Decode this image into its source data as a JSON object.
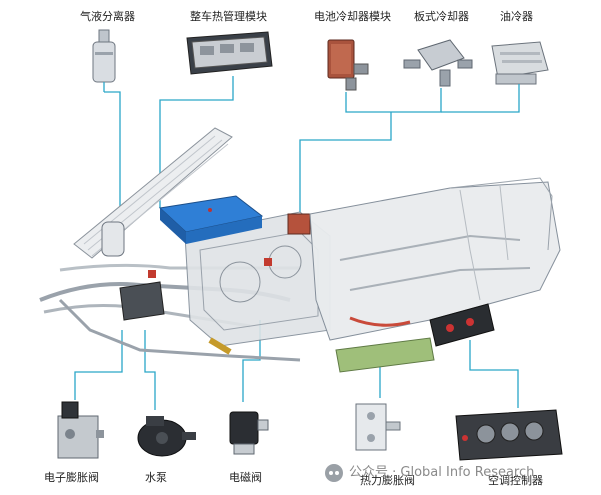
{
  "labels": {
    "gas_liquid_separator": "气液分离器",
    "vehicle_thermal_module": "整车热管理模块",
    "battery_chiller_module": "电池冷却器模块",
    "plate_chiller": "板式冷却器",
    "oil_cooler": "油冷器",
    "electronic_expansion_valve": "电子膨胀阀",
    "water_pump": "水泵",
    "solenoid_valve": "电磁阀",
    "thermal_expansion_valve": "热力膨胀阀",
    "ac_controller": "空调控制器"
  },
  "watermark": {
    "prefix": "公众号 · ",
    "name": "Global Info Research"
  },
  "colors": {
    "leader_line": "#2aa6c8",
    "module_blue": "#2f7fd6",
    "battery_red": "#b5523c",
    "outline": "#7f8a96"
  }
}
